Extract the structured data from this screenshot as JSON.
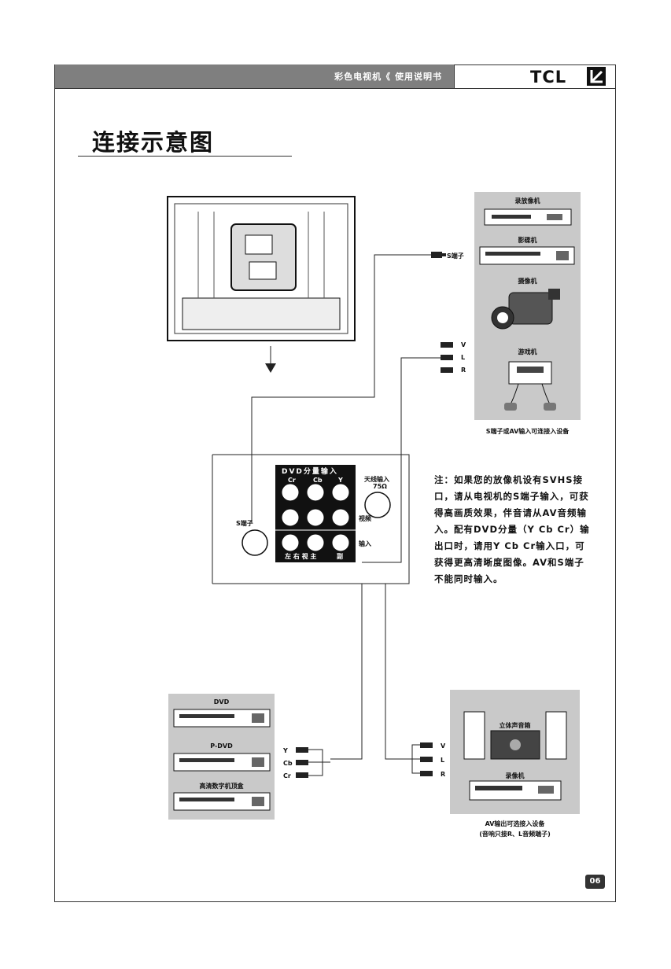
{
  "header": {
    "manual_title": "彩色电视机《 使用说明书",
    "brand": "TCL"
  },
  "page_title": "连接示意图",
  "right_panel": {
    "devices": [
      "录放像机",
      "影碟机",
      "摄像机",
      "游戏机"
    ],
    "caption": "S端子或AV输入可连接入设备"
  },
  "cable_labels": {
    "s_terminal": "S端子",
    "v": "V",
    "l": "L",
    "r": "R"
  },
  "tv_panel": {
    "component_title": "DVD分量输入",
    "cr": "Cr",
    "cb": "Cb",
    "y": "Y",
    "antenna": "天线输入",
    "ohm": "75Ω",
    "s_terminal": "S端子",
    "video": "视频",
    "input": "输入",
    "bottom_left": "左 右 视 主",
    "bottom_right": "副"
  },
  "note": {
    "text": "注：如果您的放像机设有SVHS接口，请从电视机的S端子输入，可获得高画质效果，伴音请从AV音频输入。配有DVD分量（Y Cb Cr）输出口时，请用Y Cb Cr输入口，可获得更高清晰度图像。AV和S端子不能同时输入。"
  },
  "dvd_panel": {
    "devices": [
      "DVD",
      "P-DVD",
      "高清数字机顶盒"
    ]
  },
  "ycbcr_labels": {
    "y": "Y",
    "cb": "Cb",
    "cr": "Cr"
  },
  "audio_panel": {
    "devices": [
      "立体声音箱",
      "录像机"
    ],
    "caption": [
      "AV输出可选接入设备",
      "(音响只接R、L音频端子)"
    ]
  },
  "audio_labels": {
    "v": "V",
    "l": "L",
    "r": "R"
  },
  "page_number": "06"
}
